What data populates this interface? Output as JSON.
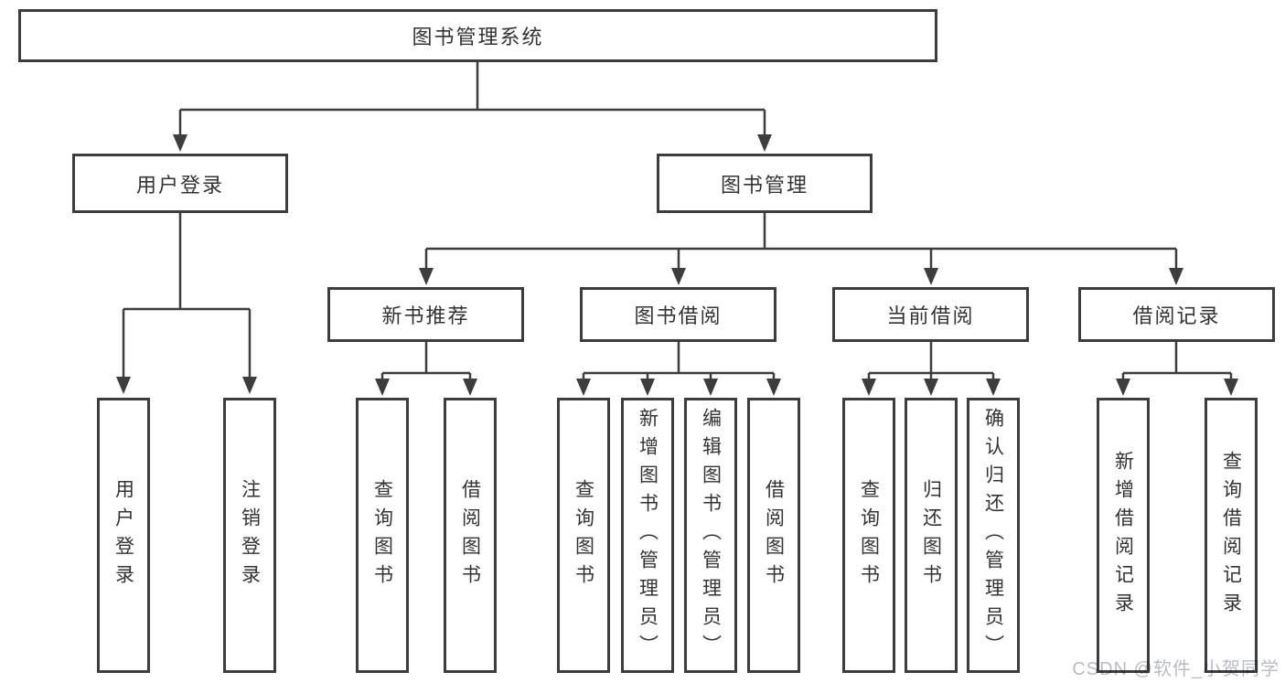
{
  "tree": {
    "root": {
      "label": "图书管理系统"
    },
    "branches": [
      {
        "label": "用户登录",
        "children": [
          {
            "label": "用户登录"
          },
          {
            "label": "注销登录"
          }
        ]
      },
      {
        "label": "图书管理",
        "children": [
          {
            "label": "新书推荐",
            "children": [
              {
                "label": "查询图书"
              },
              {
                "label": "借阅图书"
              }
            ]
          },
          {
            "label": "图书借阅",
            "children": [
              {
                "label": "查询图书"
              },
              {
                "label": "新增图书（管理员）"
              },
              {
                "label": "编辑图书（管理员）"
              },
              {
                "label": "借阅图书"
              }
            ]
          },
          {
            "label": "当前借阅",
            "children": [
              {
                "label": "查询图书"
              },
              {
                "label": "归还图书"
              },
              {
                "label": "确认归还（管理员）"
              }
            ]
          },
          {
            "label": "借阅记录",
            "children": [
              {
                "label": "新增借阅记录"
              },
              {
                "label": "查询借阅记录"
              }
            ]
          }
        ]
      }
    ]
  },
  "watermark": {
    "text": "CSDN @软件_小贺同学"
  },
  "colors": {
    "line-color": "#3d3d3d",
    "text-color": "#333333",
    "watermark-color": "#b8bcc4",
    "background": "#ffffff"
  }
}
